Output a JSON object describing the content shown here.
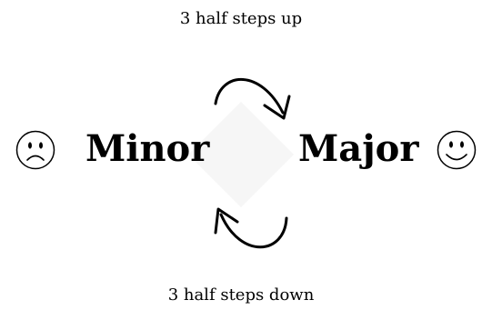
{
  "diagram": {
    "top_caption": "3 half steps up",
    "bottom_caption": "3 half steps down",
    "left_mode": "Minor",
    "right_mode": "Major",
    "left_face_icon": "sad-face-icon",
    "right_face_icon": "happy-face-icon",
    "top_arrow_icon": "curved-arrow-right-icon",
    "bottom_arrow_icon": "curved-arrow-left-icon",
    "colors": {
      "ink": "#000000",
      "background": "#ffffff",
      "faint_shape": "#f4f4f4"
    }
  }
}
